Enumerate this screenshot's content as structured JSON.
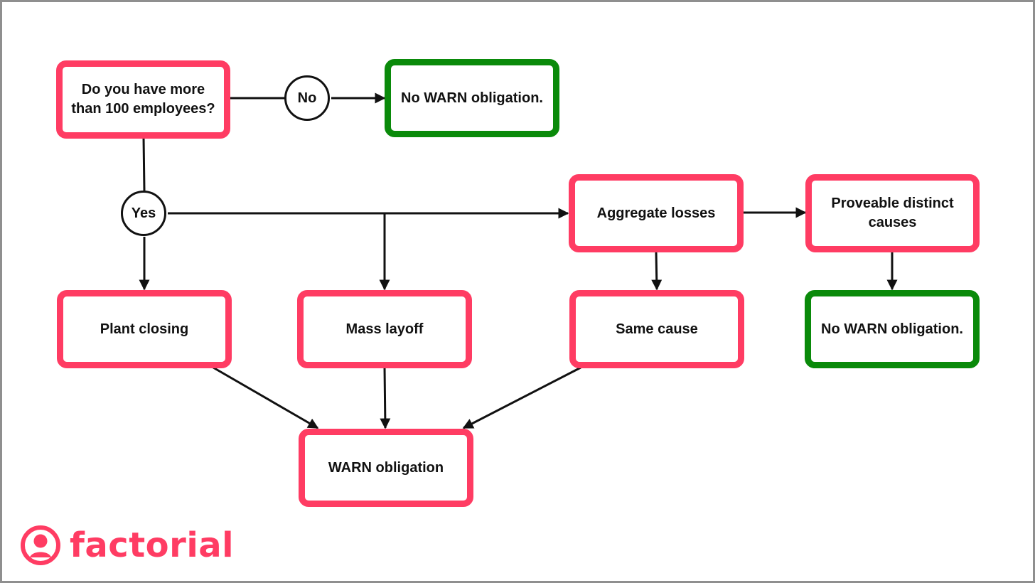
{
  "diagram": {
    "nodes": {
      "question": "Do you have more than 100 employees?",
      "no_warn_top": "No WARN obligation.",
      "aggregate_losses": "Aggregate losses",
      "proveable_causes": "Proveable distinct causes",
      "plant_closing": "Plant closing",
      "mass_layoff": "Mass layoff",
      "same_cause": "Same cause",
      "no_warn_right": "No WARN obligation.",
      "warn_obligation": "WARN obligation"
    },
    "decisions": {
      "no": "No",
      "yes": "Yes"
    }
  },
  "brand": {
    "name": "factorial",
    "color": "#ff3c63"
  },
  "colors": {
    "negative_border": "#ff3c63",
    "positive_border": "#0a8a0a",
    "connector": "#111111"
  }
}
